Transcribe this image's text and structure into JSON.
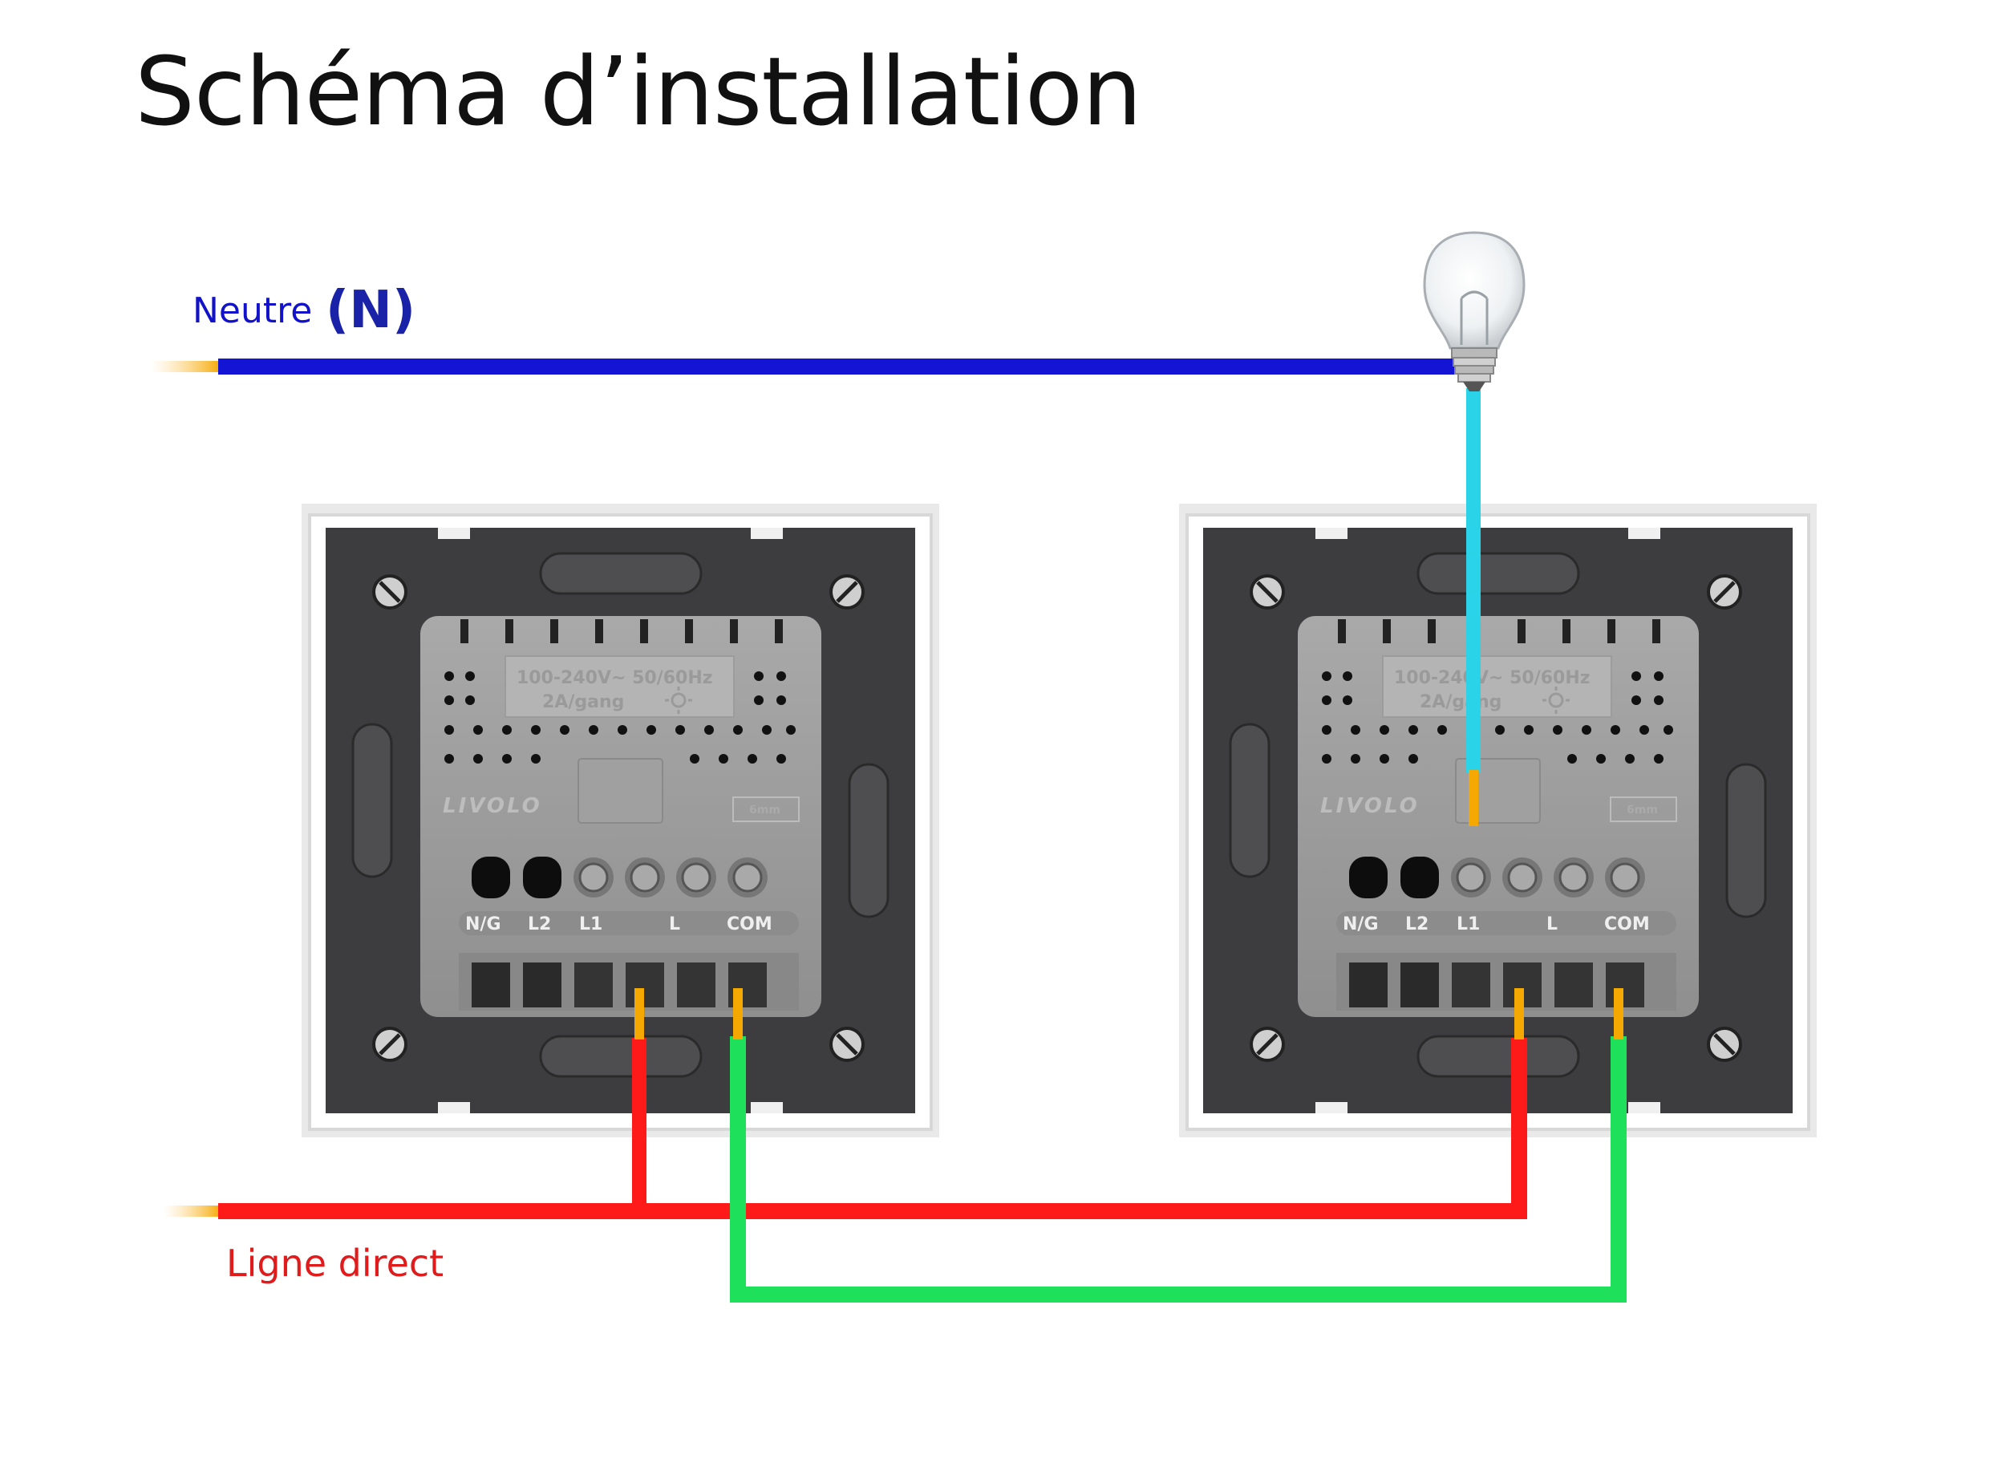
{
  "title": "Schéma d’installation",
  "neutral": {
    "label": "Neutre",
    "symbol": "(N)",
    "color": "#1414d4"
  },
  "line": {
    "label": "Ligne direct",
    "color": "#ff1a1a"
  },
  "wire_colors": {
    "neutral": "#1414d4",
    "line": "#ff1a1a",
    "traveler": "#1ee05a",
    "lamp": "#2ad3e8",
    "copper": "#f5a800"
  },
  "switch": {
    "brand": "LIVOLO",
    "spec_line1": "100-240V~ 50/60Hz",
    "spec_line2": "2A/gang",
    "clearance": "6mm",
    "terminals": [
      "N/G",
      "L2",
      "L1",
      "L",
      "COM"
    ]
  },
  "switches": [
    {
      "id": "switch-left"
    },
    {
      "id": "switch-right"
    }
  ]
}
